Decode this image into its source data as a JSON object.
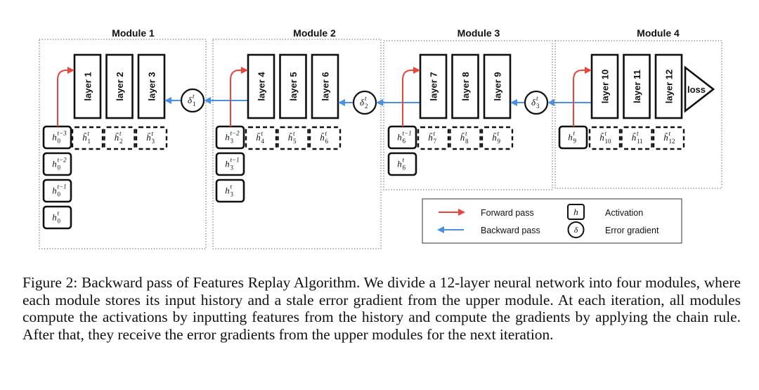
{
  "modules": [
    {
      "title": "Module 1",
      "layers": [
        "layer 1",
        "layer 2",
        "layer 3"
      ],
      "history": [
        [
          "h",
          "0",
          "t−3"
        ],
        [
          "h",
          "0",
          "t−2"
        ],
        [
          "h",
          "0",
          "t−1"
        ],
        [
          "h",
          "0",
          "t"
        ]
      ],
      "activations": [
        [
          "h̃",
          "1",
          "t"
        ],
        [
          "h̃",
          "2",
          "t"
        ],
        [
          "h̃",
          "3",
          "t"
        ]
      ],
      "gradient": [
        "δ",
        "1",
        "t"
      ]
    },
    {
      "title": "Module 2",
      "layers": [
        "layer 4",
        "layer 5",
        "layer 6"
      ],
      "history": [
        [
          "h",
          "3",
          "t−2"
        ],
        [
          "h",
          "3",
          "t−1"
        ],
        [
          "h",
          "3",
          "t"
        ]
      ],
      "activations": [
        [
          "h̃",
          "4",
          "t"
        ],
        [
          "h̃",
          "5",
          "t"
        ],
        [
          "h̃",
          "6",
          "t"
        ]
      ],
      "gradient": [
        "δ",
        "2",
        "t"
      ]
    },
    {
      "title": "Module 3",
      "layers": [
        "layer 7",
        "layer 8",
        "layer 9"
      ],
      "history": [
        [
          "h",
          "6",
          "t−1"
        ],
        [
          "h",
          "6",
          "t"
        ]
      ],
      "activations": [
        [
          "h̃",
          "7",
          "t"
        ],
        [
          "h̃",
          "8",
          "t"
        ],
        [
          "h̃",
          "9",
          "t"
        ]
      ],
      "gradient": [
        "δ",
        "3",
        "t"
      ]
    },
    {
      "title": "Module 4",
      "layers": [
        "layer 10",
        "layer 11",
        "layer 12"
      ],
      "history": [
        [
          "h",
          "9",
          "t"
        ]
      ],
      "activations": [
        [
          "h̃",
          "10",
          "t"
        ],
        [
          "h̃",
          "11",
          "t"
        ],
        [
          "h̃",
          "12",
          "t"
        ]
      ],
      "loss": "loss"
    }
  ],
  "legend": {
    "forward": "Forward pass",
    "backward": "Backward pass",
    "activation_symbol": "h",
    "activation": "Activation",
    "gradient_symbol": "δ",
    "gradient": "Error gradient"
  },
  "colors": {
    "forward": "#e8453c",
    "backward": "#4a90e2",
    "stroke": "#111111"
  },
  "caption": "Figure 2: Backward pass of Features Replay Algorithm. We divide a 12-layer neural network into four modules, where each module stores its input history and a stale error gradient from the upper module. At each iteration, all modules compute the activations by inputting features from the history and compute the gradients by applying the chain rule. After that, they receive the error gradients from the upper modules for the next iteration."
}
